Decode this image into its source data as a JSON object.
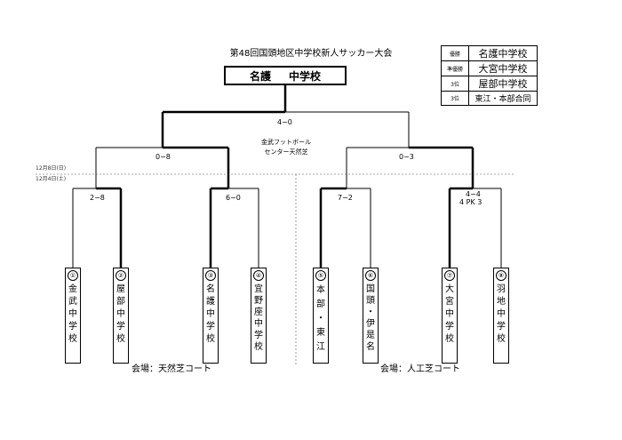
{
  "title": "第48回国頭地区中学校新人サッカー大会",
  "champion": {
    "name": "名護",
    "suffix": "中学校"
  },
  "results": [
    {
      "rank": "優勝",
      "school": "名護中学校"
    },
    {
      "rank": "準優勝",
      "school": "大宮中学校"
    },
    {
      "rank": "3位",
      "school": "屋部中学校"
    },
    {
      "rank": "3位",
      "school": "東江・本部合同"
    }
  ],
  "final_score": "4−0",
  "final_venue": [
    "金武フットボール",
    "センター天然芝"
  ],
  "semi_scores": {
    "left": "0−8",
    "right": "0−3"
  },
  "day_labels": [
    "12月8日(日)",
    "12月4日(土)"
  ],
  "qf_scores": {
    "q1": "2−8",
    "q2": "6−0",
    "q3": "7−2",
    "q4": "4−4",
    "q4_pk": "4 PK 3"
  },
  "teams": [
    {
      "seed": "①",
      "name": "金武中学校"
    },
    {
      "seed": "②",
      "name": "屋部中学校"
    },
    {
      "seed": "③",
      "name": "名護中学校"
    },
    {
      "seed": "④",
      "name": "宜野座中学校"
    },
    {
      "seed": "⑤",
      "name": "本部・東江"
    },
    {
      "seed": "⑥",
      "name": "国頭・伊是名"
    },
    {
      "seed": "⑦",
      "name": "大宮中学校"
    },
    {
      "seed": "⑧",
      "name": "羽地中学校"
    }
  ],
  "courts": {
    "left": "会場：天然芝コート",
    "right": "会場：人工芝コート"
  }
}
